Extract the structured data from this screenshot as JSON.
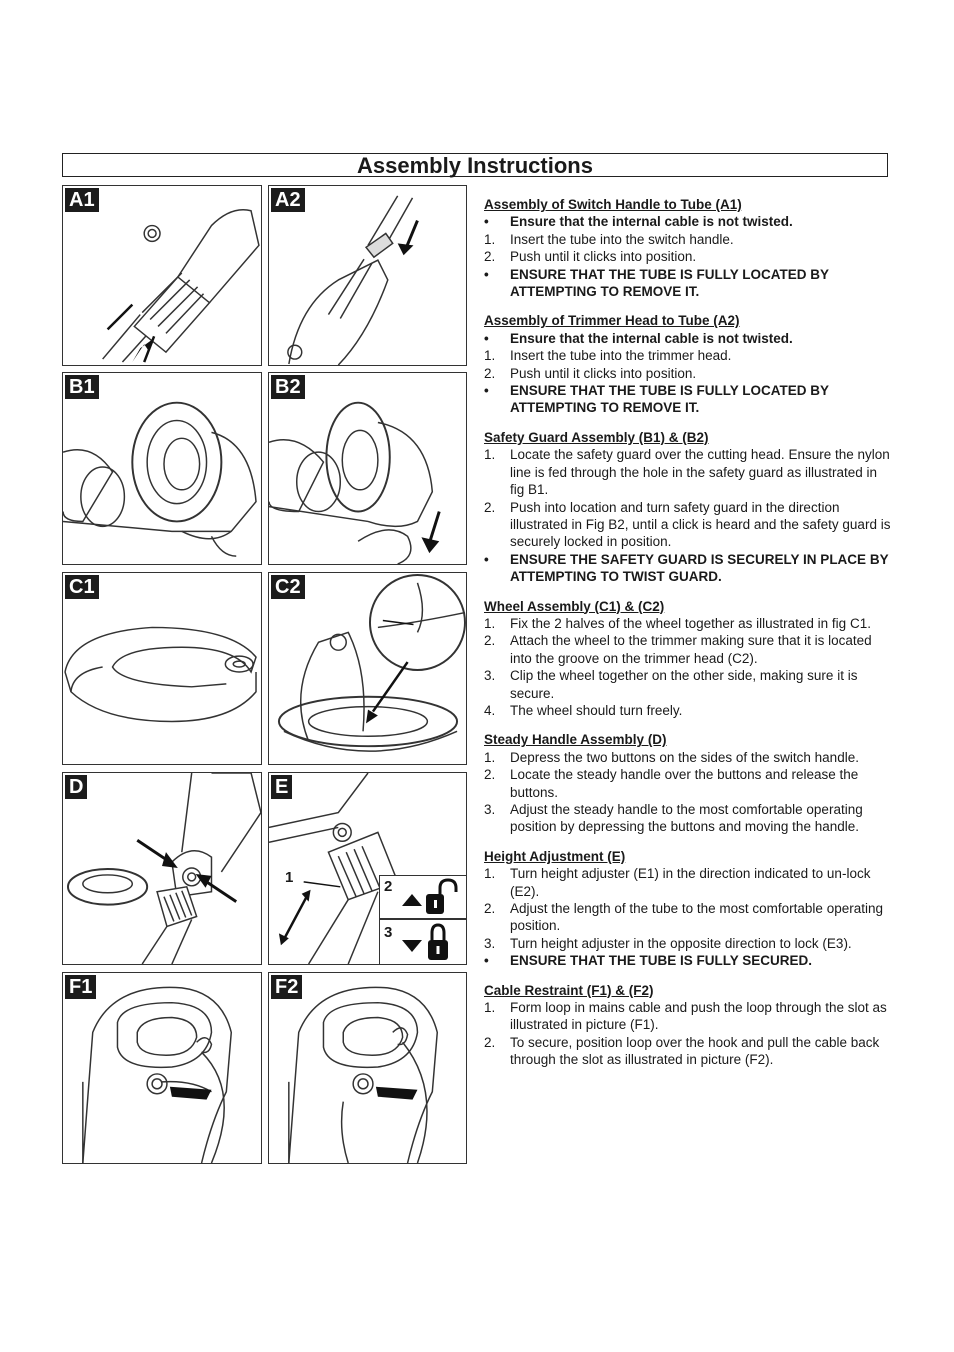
{
  "page": {
    "title": "Assembly Instructions"
  },
  "figures": [
    {
      "id": "a1",
      "label": "A1"
    },
    {
      "id": "a2",
      "label": "A2"
    },
    {
      "id": "b1",
      "label": "B1"
    },
    {
      "id": "b2",
      "label": "B2"
    },
    {
      "id": "c1",
      "label": "C1"
    },
    {
      "id": "c2",
      "label": "C2"
    },
    {
      "id": "d",
      "label": "D"
    },
    {
      "id": "e",
      "label": "E",
      "callouts": [
        "1",
        "2",
        "3"
      ]
    },
    {
      "id": "f1",
      "label": "F1"
    },
    {
      "id": "f2",
      "label": "F2"
    }
  ],
  "sections": [
    {
      "title": "Assembly of Switch Handle to Tube (A1)",
      "items": [
        {
          "marker": "•",
          "bold": true,
          "text": "Ensure that the internal cable is not twisted."
        },
        {
          "marker": "1.",
          "bold": false,
          "text": "Insert the tube into the switch handle."
        },
        {
          "marker": "2.",
          "bold": false,
          "text": "Push until it clicks into position."
        },
        {
          "marker": "•",
          "bold": true,
          "text": "ENSURE THAT THE TUBE IS FULLY LOCATED BY ATTEMPTING TO REMOVE IT."
        }
      ]
    },
    {
      "title": "Assembly of Trimmer Head to Tube (A2)",
      "items": [
        {
          "marker": "•",
          "bold": true,
          "text": "Ensure that the internal cable is not twisted."
        },
        {
          "marker": "1.",
          "bold": false,
          "text": "Insert the tube into the trimmer head."
        },
        {
          "marker": "2.",
          "bold": false,
          "text": "Push until it clicks into position."
        },
        {
          "marker": "•",
          "bold": true,
          "text": "ENSURE THAT THE TUBE IS FULLY LOCATED BY ATTEMPTING TO REMOVE IT."
        }
      ]
    },
    {
      "title": "Safety Guard Assembly (B1) & (B2)",
      "items": [
        {
          "marker": "1.",
          "bold": false,
          "text": "Locate the safety guard over the cutting head. Ensure the nylon line is fed through the hole in the safety guard as illustrated in fig B1."
        },
        {
          "marker": "2.",
          "bold": false,
          "text": "Push into location and turn safety guard in the direction illustrated in Fig B2, until a click is heard and the safety guard is securely locked in position."
        },
        {
          "marker": "•",
          "bold": true,
          "text": "ENSURE THE SAFETY GUARD IS SECURELY IN PLACE BY ATTEMPTING TO TWIST GUARD."
        }
      ]
    },
    {
      "title": "Wheel Assembly (C1) & (C2)",
      "items": [
        {
          "marker": "1.",
          "bold": false,
          "text": "Fix the 2 halves of the wheel together as illustrated in fig C1."
        },
        {
          "marker": "2.",
          "bold": false,
          "text": "Attach the wheel to the trimmer making sure that it is located into the groove on the trimmer head (C2)."
        },
        {
          "marker": "3.",
          "bold": false,
          "text": "Clip the wheel together on the other side, making sure it is secure."
        },
        {
          "marker": "4.",
          "bold": false,
          "text": "The wheel should turn freely."
        }
      ]
    },
    {
      "title": "Steady Handle Assembly (D)",
      "items": [
        {
          "marker": "1.",
          "bold": false,
          "text": "Depress the two buttons on the sides of the switch handle."
        },
        {
          "marker": "2.",
          "bold": false,
          "text": "Locate the steady handle over the buttons and release the buttons."
        },
        {
          "marker": "3.",
          "bold": false,
          "text": "Adjust the steady handle to the most comfortable operating position by depressing the buttons and moving the handle."
        }
      ]
    },
    {
      "title": "Height Adjustment (E)",
      "items": [
        {
          "marker": "1.",
          "bold": false,
          "text": "Turn height adjuster (E1) in the direction indicated to un-lock (E2)."
        },
        {
          "marker": "2.",
          "bold": false,
          "text": "Adjust the length of the tube to the most comfortable operating position."
        },
        {
          "marker": "3.",
          "bold": false,
          "text": "Turn height adjuster in the opposite direction to lock (E3)."
        },
        {
          "marker": "•",
          "bold": true,
          "text": "ENSURE THAT THE TUBE IS FULLY SECURED."
        }
      ]
    },
    {
      "title": "Cable Restraint (F1) & (F2)",
      "items": [
        {
          "marker": "1.",
          "bold": false,
          "text": "Form loop in mains cable and push the loop through the slot as illustrated in picture (F1)."
        },
        {
          "marker": "2.",
          "bold": false,
          "text": "To secure, position loop over the hook and pull the cable back through the slot as illustrated in picture (F2)."
        }
      ]
    }
  ]
}
